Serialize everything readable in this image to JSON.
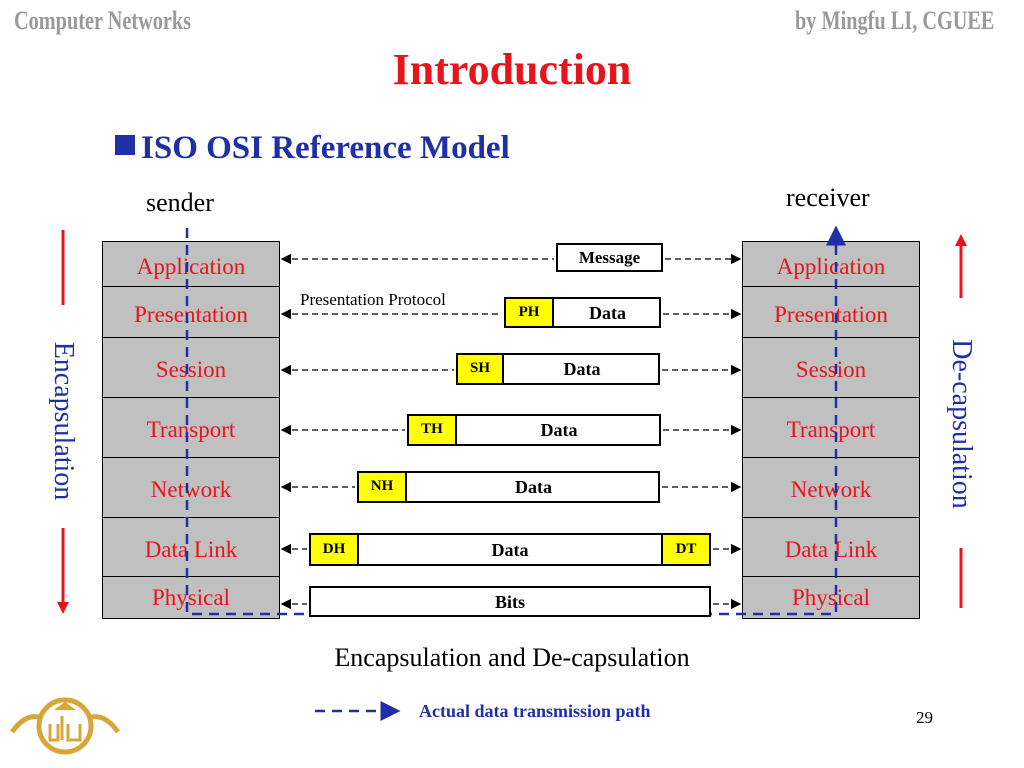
{
  "header": {
    "left": "Computer Networks",
    "right": "by Mingfu LI, CGUEE"
  },
  "title": "Introduction",
  "subtitle": "ISO OSI Reference Model",
  "sender_label": "sender",
  "receiver_label": "receiver",
  "layers": [
    "Application",
    "Presentation",
    "Session",
    "Transport",
    "Network",
    "Data Link",
    "Physical"
  ],
  "protocol_label": "Presentation Protocol",
  "units": {
    "message": "Message",
    "data": "Data",
    "bits": "Bits",
    "ph": "PH",
    "sh": "SH",
    "th": "TH",
    "nh": "NH",
    "dh": "DH",
    "dt": "DT"
  },
  "encapsulation_label": "Encapsulation",
  "decapsulation_label": "De-capsulation",
  "caption": "Encapsulation and De-capsulation",
  "legend": "Actual data transmission path",
  "page_number": "29",
  "colors": {
    "red": "#e8141c",
    "blue": "#1f2fa5",
    "gray": "#c0c0c0",
    "yellow": "#ffff00"
  }
}
